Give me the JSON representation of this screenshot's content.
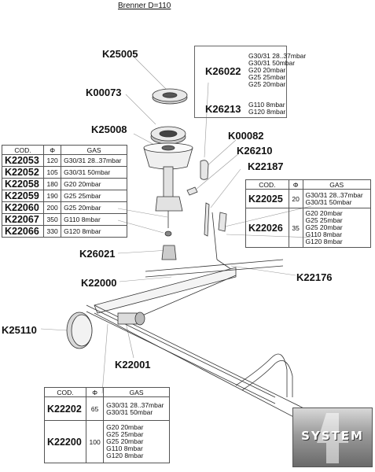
{
  "title": "Brenner D=110",
  "labels": {
    "k25005": "K25005",
    "k00073": "K00073",
    "k25008": "K25008",
    "k00082": "K00082",
    "k26210": "K26210",
    "k22187": "K22187",
    "k26021": "K26021",
    "k22000": "K22000",
    "k22176": "K22176",
    "k25110": "K25110",
    "k22001": "K22001"
  },
  "top_box": {
    "rows": [
      {
        "code": "K26022",
        "gas": [
          "G30/31 28..37mbar",
          "G30/31 50mbar",
          "G20 20mbar",
          "G25 25mbar",
          "G25 20mbar"
        ]
      },
      {
        "code": "K26213",
        "gas": [
          "G110 8mbar",
          "G120 8mbar"
        ]
      }
    ]
  },
  "left_table": {
    "headers": [
      "COD.",
      "Φ",
      "GAS"
    ],
    "rows": [
      {
        "code": "K22053",
        "phi": "120",
        "gas": "G30/31 28..37mbar"
      },
      {
        "code": "K22052",
        "phi": "105",
        "gas": "G30/31 50mbar"
      },
      {
        "code": "K22058",
        "phi": "180",
        "gas": "G20 20mbar"
      },
      {
        "code": "K22059",
        "phi": "190",
        "gas": "G25 25mbar"
      },
      {
        "code": "K22060",
        "phi": "200",
        "gas": "G25 20mbar"
      },
      {
        "code": "K22067",
        "phi": "350",
        "gas": "G110 8mbar"
      },
      {
        "code": "K22066",
        "phi": "330",
        "gas": "G120 8mbar"
      }
    ]
  },
  "right_table": {
    "headers": [
      "COD.",
      "Φ",
      "GAS"
    ],
    "rows": [
      {
        "code": "K22025",
        "phi": "20",
        "gas": [
          "G30/31 28..37mbar",
          "G30/31 50mbar"
        ]
      },
      {
        "code": "K22026",
        "phi": "35",
        "gas": [
          "G20 20mbar",
          "G25 25mbar",
          "G25 20mbar",
          "G110 8mbar",
          "G120 8mbar"
        ]
      }
    ]
  },
  "bottom_table": {
    "headers": [
      "COD.",
      "Φ",
      "GAS"
    ],
    "rows": [
      {
        "code": "K22202",
        "phi": "65",
        "gas": [
          "G30/31 28..37mbar",
          "G30/31 50mbar"
        ]
      },
      {
        "code": "K22200",
        "phi": "100",
        "gas": [
          "G20 20mbar",
          "G25 25mbar",
          "G25 20mbar",
          "G110 8mbar",
          "G120 8mbar"
        ]
      }
    ]
  },
  "logo": {
    "text": "SYSTEM"
  }
}
